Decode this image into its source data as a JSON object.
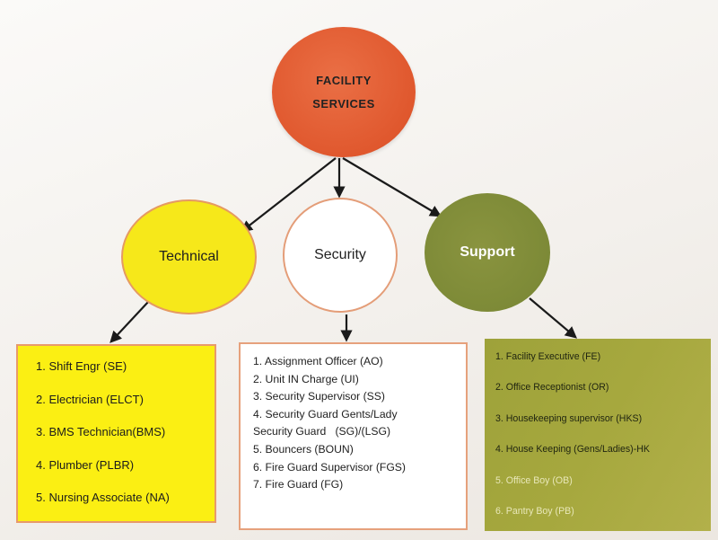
{
  "root": {
    "label": "FACILITY\nSERVICES"
  },
  "categories": [
    {
      "key": "technical",
      "label": "Technical",
      "items": [
        "1. Shift Engr (SE)",
        "2. Electrician (ELCT)",
        "3. BMS Technician(BMS)",
        "4. Plumber (PLBR)",
        "5. Nursing Associate (NA)"
      ]
    },
    {
      "key": "security",
      "label": "Security",
      "items": [
        "1. Assignment Officer (AO)",
        "2. Unit IN Charge (UI)",
        "3. Security Supervisor (SS)",
        "4. Security Guard Gents/Lady",
        "Security Guard   (SG)/(LSG)",
        "5. Bouncers (BOUN)",
        "6. Fire Guard Supervisor (FGS)",
        "7. Fire Guard (FG)"
      ]
    },
    {
      "key": "support",
      "label": "Support",
      "items": [
        "1. Facility Executive (FE)",
        "2. Office Receptionist (OR)",
        "3. Housekeeping supervisor (HKS)",
        "4. House Keeping (Gens/Ladies)-HK",
        "5. Office Boy (OB)",
        "6. Pantry Boy (PB)"
      ]
    }
  ],
  "colors": {
    "root_fill": "#e0582e",
    "technical_fill": "#f6e81a",
    "security_fill": "#ffffff",
    "support_fill": "#7d8a37",
    "arrow": "#1a1a1a"
  }
}
